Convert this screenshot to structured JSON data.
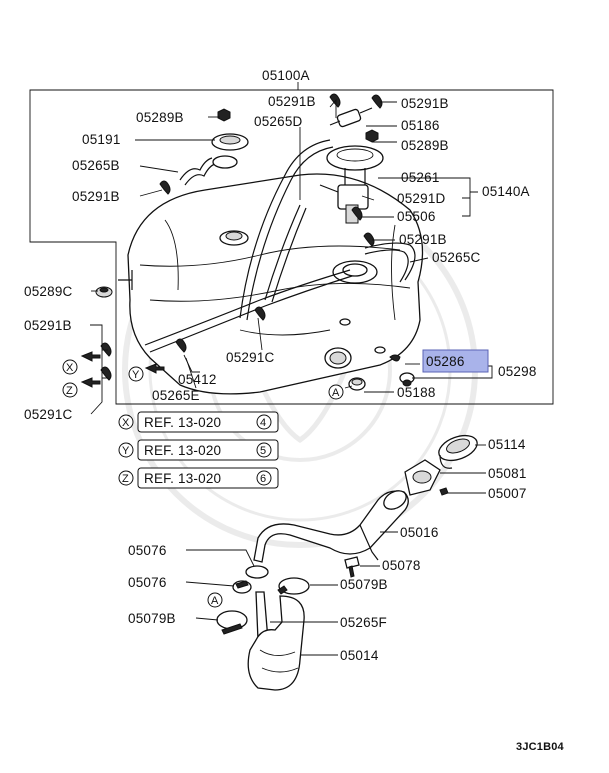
{
  "labels": {
    "p05100A": "05100A",
    "p05291B_a": "05291B",
    "p05291B_b": "05291B",
    "p05289B_a": "05289B",
    "p05265D": "05265D",
    "p05186": "05186",
    "p05191": "05191",
    "p05289B_b": "05289B",
    "p05265B": "05265B",
    "p05261": "05261",
    "p05140A": "05140A",
    "p05291B_c": "05291B",
    "p05291D": "05291D",
    "p05506": "05506",
    "p05291B_d": "05291B",
    "p05265C": "05265C",
    "p05289C": "05289C",
    "p05291B_e": "05291B",
    "p05291C_a": "05291C",
    "p05286": "05286",
    "p05298": "05298",
    "p05412": "05412",
    "p05265E": "05265E",
    "p05188": "05188",
    "p05291C_b": "05291C",
    "p05114": "05114",
    "p05081": "05081",
    "p05007": "05007",
    "p05016": "05016",
    "p05076_a": "05076",
    "p05078": "05078",
    "p05076_b": "05076",
    "p05079B_a": "05079B",
    "p05079B_b": "05079B",
    "p05265F": "05265F",
    "p05014": "05014",
    "diagram_code": "3JC1B04"
  },
  "markers": {
    "x": "X",
    "y": "Y",
    "z": "Z",
    "a": "A"
  },
  "refs": [
    {
      "letter": "X",
      "text": "REF. 13-020",
      "num": "4"
    },
    {
      "letter": "Y",
      "text": "REF. 13-020",
      "num": "5"
    },
    {
      "letter": "Z",
      "text": "REF. 13-020",
      "num": "6"
    }
  ],
  "colors": {
    "highlight": "#a9b3ea",
    "line": "#111111",
    "background": "#ffffff"
  },
  "highlighted_part": "05286"
}
